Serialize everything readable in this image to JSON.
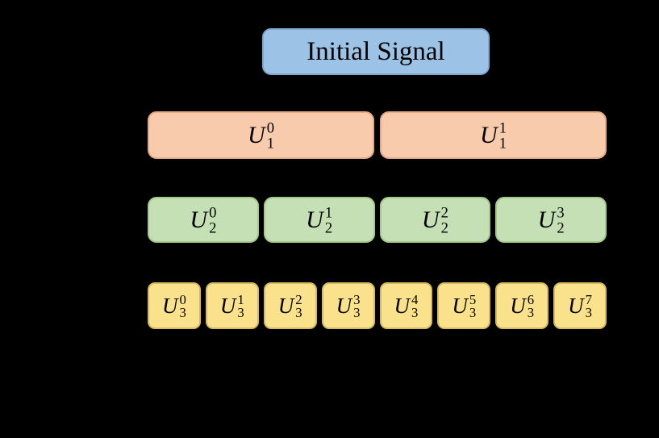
{
  "canvas": {
    "background": "#000000",
    "text_color": "#000000"
  },
  "root": {
    "label": "Initial Signal",
    "fill": "#9CC2E5",
    "border": "#7FA8D0"
  },
  "levels": [
    {
      "name": "level-1",
      "fill": "#F8CBAD",
      "border": "#E2AB85",
      "nodes": [
        {
          "base": "U",
          "sup": "0",
          "sub": "1"
        },
        {
          "base": "U",
          "sup": "1",
          "sub": "1"
        }
      ]
    },
    {
      "name": "level-2",
      "fill": "#C5E0B4",
      "border": "#A4C98B",
      "nodes": [
        {
          "base": "U",
          "sup": "0",
          "sub": "2"
        },
        {
          "base": "U",
          "sup": "1",
          "sub": "2"
        },
        {
          "base": "U",
          "sup": "2",
          "sub": "2"
        },
        {
          "base": "U",
          "sup": "3",
          "sub": "2"
        }
      ]
    },
    {
      "name": "level-3",
      "fill": "#FAE28C",
      "border": "#D7B95E",
      "nodes": [
        {
          "base": "U",
          "sup": "0",
          "sub": "3"
        },
        {
          "base": "U",
          "sup": "1",
          "sub": "3"
        },
        {
          "base": "U",
          "sup": "2",
          "sub": "3"
        },
        {
          "base": "U",
          "sup": "3",
          "sub": "3"
        },
        {
          "base": "U",
          "sup": "4",
          "sub": "3"
        },
        {
          "base": "U",
          "sup": "5",
          "sub": "3"
        },
        {
          "base": "U",
          "sup": "6",
          "sub": "3"
        },
        {
          "base": "U",
          "sup": "7",
          "sub": "3"
        }
      ]
    }
  ]
}
